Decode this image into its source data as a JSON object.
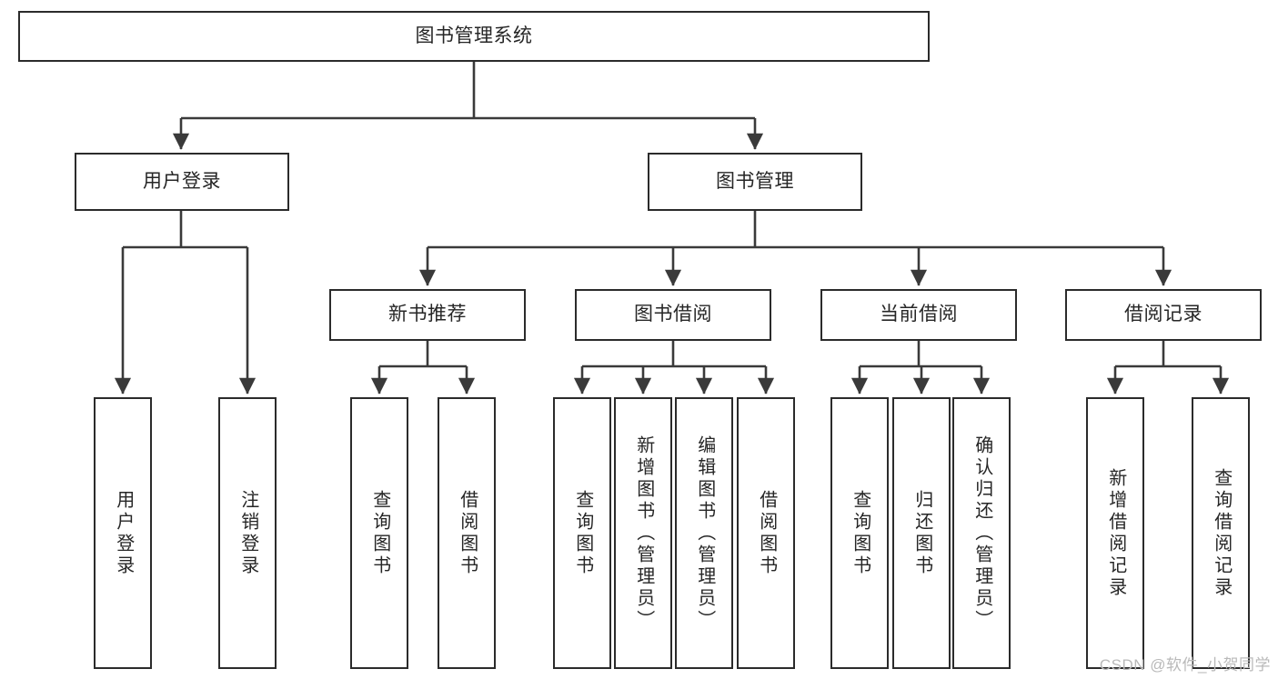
{
  "diagram": {
    "type": "tree-hierarchy",
    "title": "图书管理系统",
    "watermark": "CSDN @软件_小贺同学",
    "colors": {
      "box_border": "#2b2b2b",
      "box_fill": "#ffffff",
      "connector": "#3a3a3a",
      "text": "#262626",
      "watermark": "#b9b9b9",
      "background": "#ffffff"
    },
    "levels": [
      {
        "level": 1,
        "nodes": [
          {
            "id": "root",
            "label": "图书管理系统",
            "orientation": "horizontal"
          }
        ]
      },
      {
        "level": 2,
        "nodes": [
          {
            "id": "user-login",
            "label": "用户登录",
            "orientation": "horizontal",
            "parent": "root"
          },
          {
            "id": "book-manage",
            "label": "图书管理",
            "orientation": "horizontal",
            "parent": "root"
          }
        ]
      },
      {
        "level": 3,
        "nodes": [
          {
            "id": "new-book-recommend",
            "label": "新书推荐",
            "orientation": "horizontal",
            "parent": "book-manage"
          },
          {
            "id": "book-borrow",
            "label": "图书借阅",
            "orientation": "horizontal",
            "parent": "book-manage"
          },
          {
            "id": "current-borrow",
            "label": "当前借阅",
            "orientation": "horizontal",
            "parent": "book-manage"
          },
          {
            "id": "borrow-record",
            "label": "借阅记录",
            "orientation": "horizontal",
            "parent": "book-manage"
          }
        ]
      },
      {
        "level": 4,
        "nodes": [
          {
            "id": "leaf-user-login",
            "label": "用户登录",
            "orientation": "vertical",
            "parent": "user-login"
          },
          {
            "id": "leaf-logout",
            "label": "注销登录",
            "orientation": "vertical",
            "parent": "user-login"
          },
          {
            "id": "leaf-query-book-1",
            "label": "查询图书",
            "orientation": "vertical",
            "parent": "new-book-recommend"
          },
          {
            "id": "leaf-borrow-book-1",
            "label": "借阅图书",
            "orientation": "vertical",
            "parent": "new-book-recommend"
          },
          {
            "id": "leaf-query-book-2",
            "label": "查询图书",
            "orientation": "vertical",
            "parent": "book-borrow"
          },
          {
            "id": "leaf-add-book",
            "label": "新增图书（管理员）",
            "orientation": "vertical",
            "parent": "book-borrow"
          },
          {
            "id": "leaf-edit-book",
            "label": "编辑图书（管理员）",
            "orientation": "vertical",
            "parent": "book-borrow"
          },
          {
            "id": "leaf-borrow-book-2",
            "label": "借阅图书",
            "orientation": "vertical",
            "parent": "book-borrow"
          },
          {
            "id": "leaf-query-book-3",
            "label": "查询图书",
            "orientation": "vertical",
            "parent": "current-borrow"
          },
          {
            "id": "leaf-return-book",
            "label": "归还图书",
            "orientation": "vertical",
            "parent": "current-borrow"
          },
          {
            "id": "leaf-confirm-return",
            "label": "确认归还（管理员）",
            "orientation": "vertical",
            "parent": "current-borrow"
          },
          {
            "id": "leaf-add-record",
            "label": "新增借阅记录",
            "orientation": "vertical",
            "parent": "borrow-record"
          },
          {
            "id": "leaf-query-record",
            "label": "查询借阅记录",
            "orientation": "vertical",
            "parent": "borrow-record"
          }
        ]
      }
    ]
  }
}
